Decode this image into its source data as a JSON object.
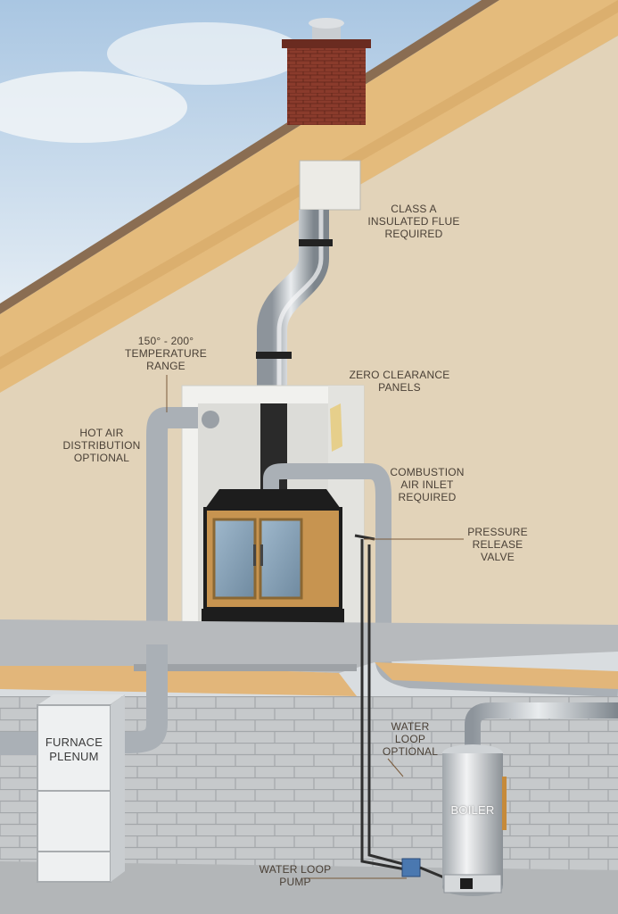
{
  "labels": {
    "flue": "CLASS A\nINSULATED FLUE\nREQUIRED",
    "temperature": "150° - 200°\nTEMPERATURE\nRANGE",
    "panels": "ZERO CLEARANCE\nPANELS",
    "hot_air": "HOT AIR\nDISTRIBUTION\nOPTIONAL",
    "combustion": "COMBUSTION\nAIR INLET\nREQUIRED",
    "pressure": "PRESSURE\nRELEASE\nVALVE",
    "water_loop": "WATER\nLOOP\nOPTIONAL",
    "furnace": "FURNACE\nPLENUM",
    "boiler": "BOILER",
    "pump": "WATER LOOP\nPUMP"
  },
  "colors": {
    "sky": "#c9dcec",
    "wall": "#e2d3b9",
    "roof_wood": "#e2b979",
    "brick": "#8a3b2c",
    "floor": "#b6b9bc",
    "basement": "#c5c8ca",
    "duct": "#aab0b6",
    "leader": "#7a5a3a"
  }
}
